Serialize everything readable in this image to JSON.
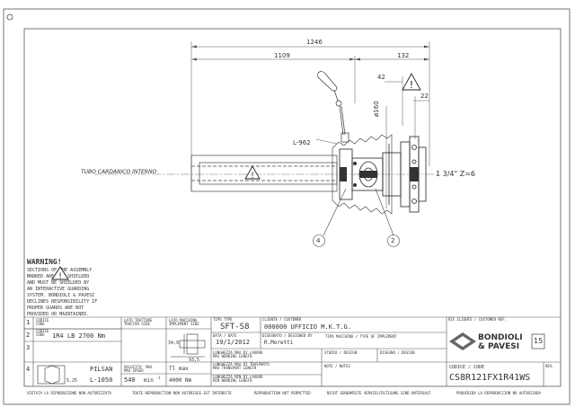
{
  "drawing": {
    "dimensions": {
      "overall_length": "1246",
      "retracted_length": "1109",
      "shield_length": "132",
      "offset_42": "42",
      "offset_22": "22",
      "diameter": "ø160",
      "chain_length": "L-962",
      "yoke_spec": "1 3/4\" Z=6",
      "tube_label": "TUBO CARDANICO INTERNO"
    },
    "callouts": {
      "c4": "4",
      "c2": "2"
    }
  },
  "warning": {
    "title": "WARNING!",
    "lines": [
      "SECTIONS    OF THE ASSEMBLY",
      "MARKED      ARE NOT SHIELDED",
      "AND MUST BE SHIELDED BY",
      "AN INTERACTIVE GUARDING",
      "SYSTEM. BONDIOLI & PAVESI",
      "DECLINES RESPONSIBILITY IF",
      "PROPER GUARDS ARE NOT",
      "PROVIDED OR MAINTAINED."
    ]
  },
  "title_block": {
    "rows": {
      "r1": {
        "num": "1",
        "label": "CODICE\nCODE",
        "value": ""
      },
      "r2": {
        "num": "2",
        "label": "CODICE\nCODE",
        "value": "1R4  LB 2700 Nm"
      },
      "r3": {
        "num": "3"
      },
      "r4": {
        "num": "4",
        "pilsan": "PILSAN",
        "length": "L-1050",
        "dim": "5.25"
      }
    },
    "lato_trattore": "LATO TRATTORE\nTRACTOR SIDE",
    "lato_macchina": "LATO MACCHINA\nIMPLEMENT SIDE",
    "cross_dims": {
      "a": "34,9",
      "b": "93,5"
    },
    "velocita_label": "VELOCITA' MAX\nMAX SPEED",
    "velocita_value": "540",
    "velocita_unit": "min",
    "velocita_exp": "-1",
    "coppia_label": "Tl max",
    "coppia_value": "4000 Nm",
    "tipo_label": "TIPO TYPE",
    "tipo_value": "SFT-S8",
    "data_label": "DATA / DATE",
    "data_value": "19/1/2012",
    "cliente_label": "CLIENTE / CUSTOMER",
    "cliente_value": "000000   UFFICIO M.K.T.G.",
    "disegnato_label": "DISEGNATO / DESIGNED BY",
    "disegnato_value": "R.Moretti",
    "tipo_macchina_label": "TIPO MACCHINA / TYPE OF IMPLEMENT",
    "rif_cliente_label": "RIF.CLIENTE / CUSTOMER REF.",
    "lung_chiusa": "LUNGHEZZA MAX DI LAVORO\nMAX WORKING LENGTH",
    "lung_transp": "LUNGHEZZA MAX DI TRASPORTO\nMAX TRANSPORT LENGTH",
    "lung_min": "LUNGHEZZA MIN DI LAVORO\nMIN WORKING LENGTH",
    "studio_label": "STUDIO / DESIGN",
    "disegno_label": "DISEGNO / DESIGN",
    "note_label": "NOTE / NOTES",
    "codice_label": "CODICE / CODE",
    "codice_value": "CS8R121FX1R41WS",
    "rev_label": "REV.",
    "logo_line1": "BONDIOLI",
    "logo_line2": "& PAVESI",
    "logo_mark": "15"
  },
  "footer": [
    "VIETATA LA RIPRODUZIONE NON AUTORIZZATA",
    "TOUTE REPRODUCTION NON AUTORISEE EST INTERDITE",
    "REPRODUCTION NOT PERMITTED",
    "NICHT GENEHMIGTE VERVIELFÄLTIGUNG SIND UNTERSAGT",
    "PROHIBIDA LA REPRODUCCION NO AUTORIZADA"
  ]
}
